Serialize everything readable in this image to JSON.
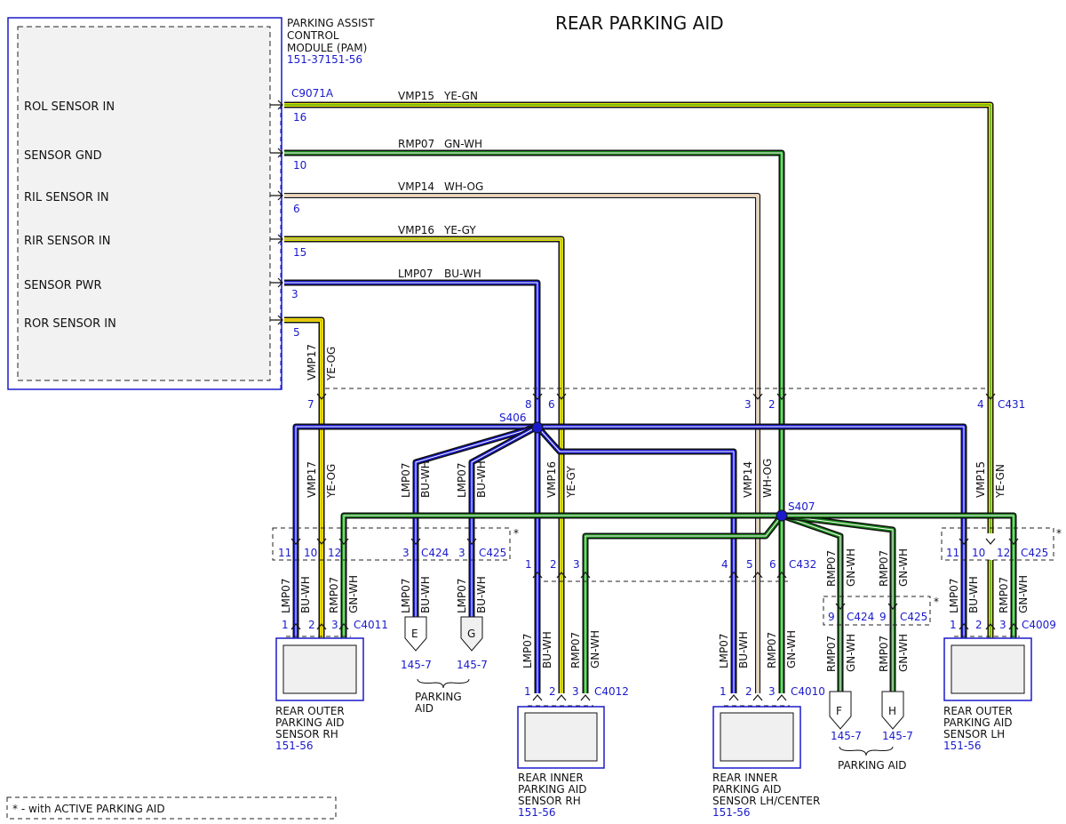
{
  "title": "REAR PARKING AID",
  "pam": {
    "name_lines": [
      "PARKING ASSIST",
      "CONTROL",
      "MODULE (PAM)"
    ],
    "ref": "151-37151-56",
    "connector": "C9071A",
    "pins": [
      {
        "label": "ROL SENSOR IN",
        "pin": "16"
      },
      {
        "label": "SENSOR GND",
        "pin": "10"
      },
      {
        "label": "RIL SENSOR IN",
        "pin": "6"
      },
      {
        "label": "RIR SENSOR IN",
        "pin": "15"
      },
      {
        "label": "SENSOR PWR",
        "pin": "3"
      },
      {
        "label": "ROR SENSOR IN",
        "pin": "5"
      }
    ]
  },
  "wires": {
    "vmp15": {
      "circuit": "VMP15",
      "color_code": "YE-GN"
    },
    "rmp07": {
      "circuit": "RMP07",
      "color_code": "GN-WH"
    },
    "vmp14": {
      "circuit": "VMP14",
      "color_code": "WH-OG"
    },
    "vmp16": {
      "circuit": "VMP16",
      "color_code": "YE-GY"
    },
    "lmp07": {
      "circuit": "LMP07",
      "color_code": "BU-WH"
    },
    "vmp17": {
      "circuit": "VMP17",
      "color_code": "YE-OG"
    }
  },
  "inline_connector": {
    "name": "C431",
    "pins": [
      "7",
      "8",
      "6",
      "3",
      "2",
      "4"
    ]
  },
  "splices": {
    "s406": "S406",
    "s407": "S407"
  },
  "connectors": {
    "c424": "C424",
    "c425": "C425",
    "c432": "C432",
    "c4011": "C4011",
    "c4012": "C4012",
    "c4010": "C4010",
    "c4009": "C4009"
  },
  "pins": {
    "p1": "1",
    "p2": "2",
    "p3": "3",
    "p4": "4",
    "p5": "5",
    "p6": "6",
    "p9": "9",
    "p10": "10",
    "p11": "11",
    "p12": "12"
  },
  "star": "*",
  "offpage": [
    {
      "letter": "E",
      "ref": "145-7"
    },
    {
      "letter": "G",
      "ref": "145-7"
    },
    {
      "letter": "F",
      "ref": "145-7"
    },
    {
      "letter": "H",
      "ref": "145-7"
    }
  ],
  "parking_aid_left": [
    "PARKING",
    "AID"
  ],
  "parking_aid_right": "PARKING AID",
  "sensors": {
    "outer_rh": {
      "lines": [
        "REAR OUTER",
        "PARKING AID",
        "SENSOR RH"
      ],
      "ref": "151-56"
    },
    "inner_rh": {
      "lines": [
        "REAR INNER",
        "PARKING AID",
        "SENSOR RH"
      ],
      "ref": "151-56"
    },
    "inner_lh": {
      "lines": [
        "REAR INNER",
        "PARKING AID",
        "SENSOR LH/CENTER"
      ],
      "ref": "151-56"
    },
    "outer_lh": {
      "lines": [
        "REAR OUTER",
        "PARKING AID",
        "SENSOR LH"
      ],
      "ref": "151-56"
    }
  },
  "footnote": "* -  with ACTIVE PARKING AID",
  "colors": {
    "blue": "#1a1acc",
    "yellow": "#e8e800",
    "green": "#1a8a1a",
    "white_orange": "#f2c890",
    "outline": "#111111"
  }
}
